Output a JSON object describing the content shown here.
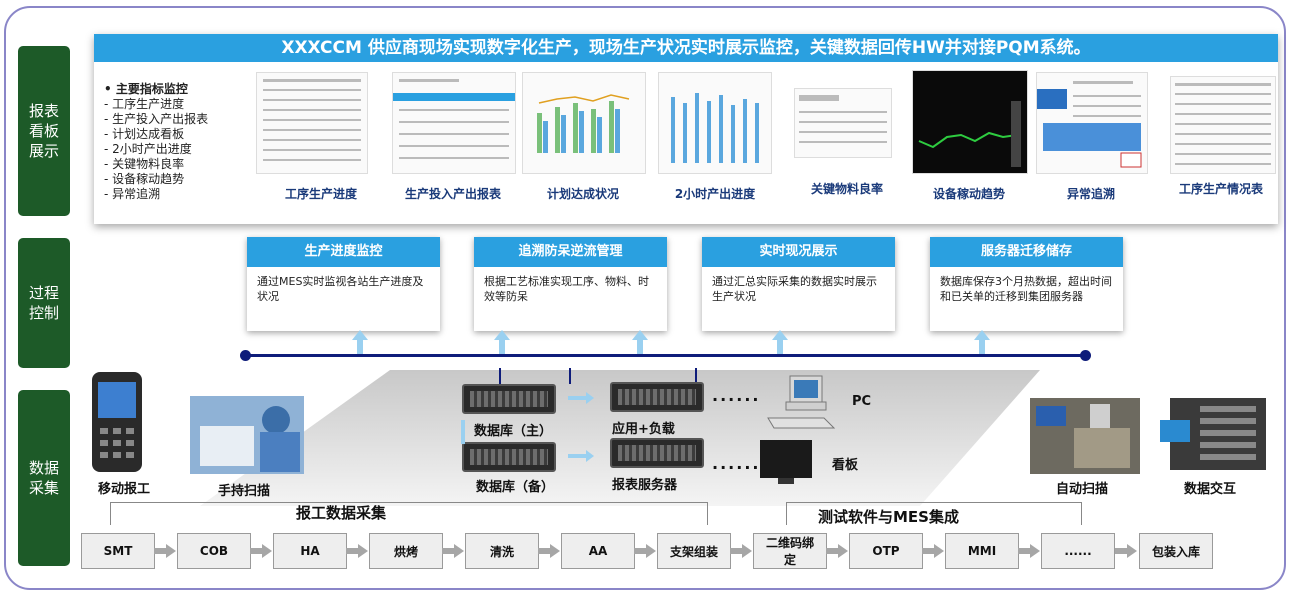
{
  "side_labels": [
    "报表\n看板\n展示",
    "过程\n控制",
    "数据\n采集"
  ],
  "title": "XXXCCM 供应商现场实现数字化生产，现场生产状况实时展示监控，关键数据回传HW并对接PQM系统。",
  "kpi": {
    "heading": "• 主要指标监控",
    "items": [
      "- 工序生产进度",
      "- 生产投入产出报表",
      "- 计划达成看板",
      "- 2小时产出进度",
      "- 关键物料良率",
      "- 设备稼动趋势",
      "- 异常追溯"
    ]
  },
  "thumbs": [
    "工序生产进度",
    "生产投入产出报表",
    "计划达成状况",
    "2小时产出进度",
    "关键物料良率",
    "设备稼动趋势",
    "异常追溯",
    "工序生产情况表"
  ],
  "process": [
    {
      "title": "生产进度监控",
      "body": "通过MES实时监视各站生产进度及状况"
    },
    {
      "title": "追溯防呆逆流管理",
      "body": "根据工艺标准实现工序、物料、时效等防呆"
    },
    {
      "title": "实时现况展示",
      "body": "通过汇总实际采集的数据实时展示生产状况"
    },
    {
      "title": "服务器迁移储存",
      "body": "数据库保存3个月热数据，超出时间和已关单的迁移到集团服务器"
    }
  ],
  "devices": {
    "mobile": "移动报工",
    "handheld": "手持扫描",
    "db_main": "数据库（主）",
    "db_backup": "数据库（备）",
    "app": "应用+负载",
    "report_server": "报表服务器",
    "pc": "PC",
    "board": "看板",
    "auto_scan": "自动扫描",
    "data_exchange": "数据交互",
    "dots": "......"
  },
  "groups": {
    "left": "报工数据采集",
    "right": "测试软件与MES集成"
  },
  "steps": [
    "SMT",
    "COB",
    "HA",
    "烘烤",
    "清洗",
    "AA",
    "支架组装",
    "二维码绑定",
    "OTP",
    "MMI",
    "......",
    "包装入库"
  ],
  "colors": {
    "accent": "#2aa0e0",
    "side": "#1d5a28",
    "bus": "#0e1c7a"
  }
}
